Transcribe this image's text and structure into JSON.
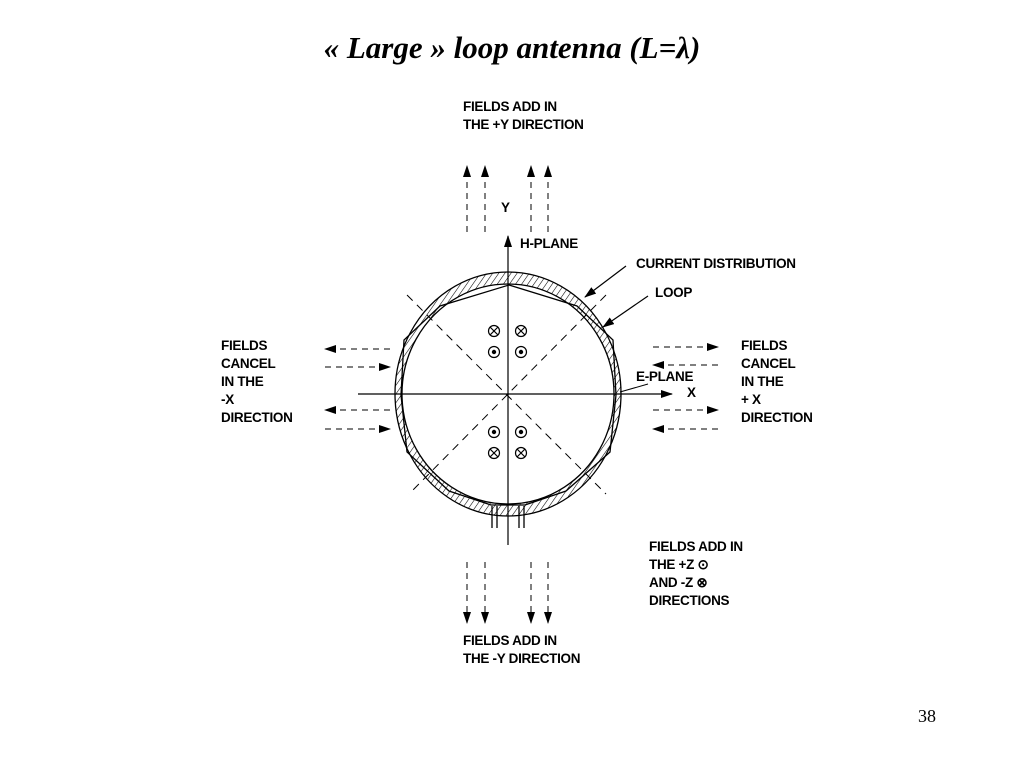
{
  "slide": {
    "title": "« Large » loop antenna (L=λ)",
    "page_number": "38"
  },
  "labels": {
    "top": [
      "FIELDS ADD IN",
      "THE +Y DIRECTION"
    ],
    "bottom": [
      "FIELDS ADD IN",
      "THE -Y DIRECTION"
    ],
    "left": [
      "FIELDS",
      "CANCEL",
      "IN THE",
      "-X",
      "DIRECTION"
    ],
    "right": [
      "FIELDS",
      "CANCEL",
      "IN THE",
      "+ X",
      "DIRECTION"
    ],
    "z": [
      "FIELDS ADD IN",
      "THE +Z ⊙",
      "AND -Z ⊗",
      "DIRECTIONS"
    ],
    "y_axis": "Y",
    "x_axis": "X",
    "h_plane": "H-PLANE",
    "e_plane": "E-PLANE",
    "current_distribution": "CURRENT DISTRIBUTION",
    "loop": "LOOP"
  },
  "symbols": {
    "out_of_page": "⊙",
    "into_page": "⊗"
  }
}
